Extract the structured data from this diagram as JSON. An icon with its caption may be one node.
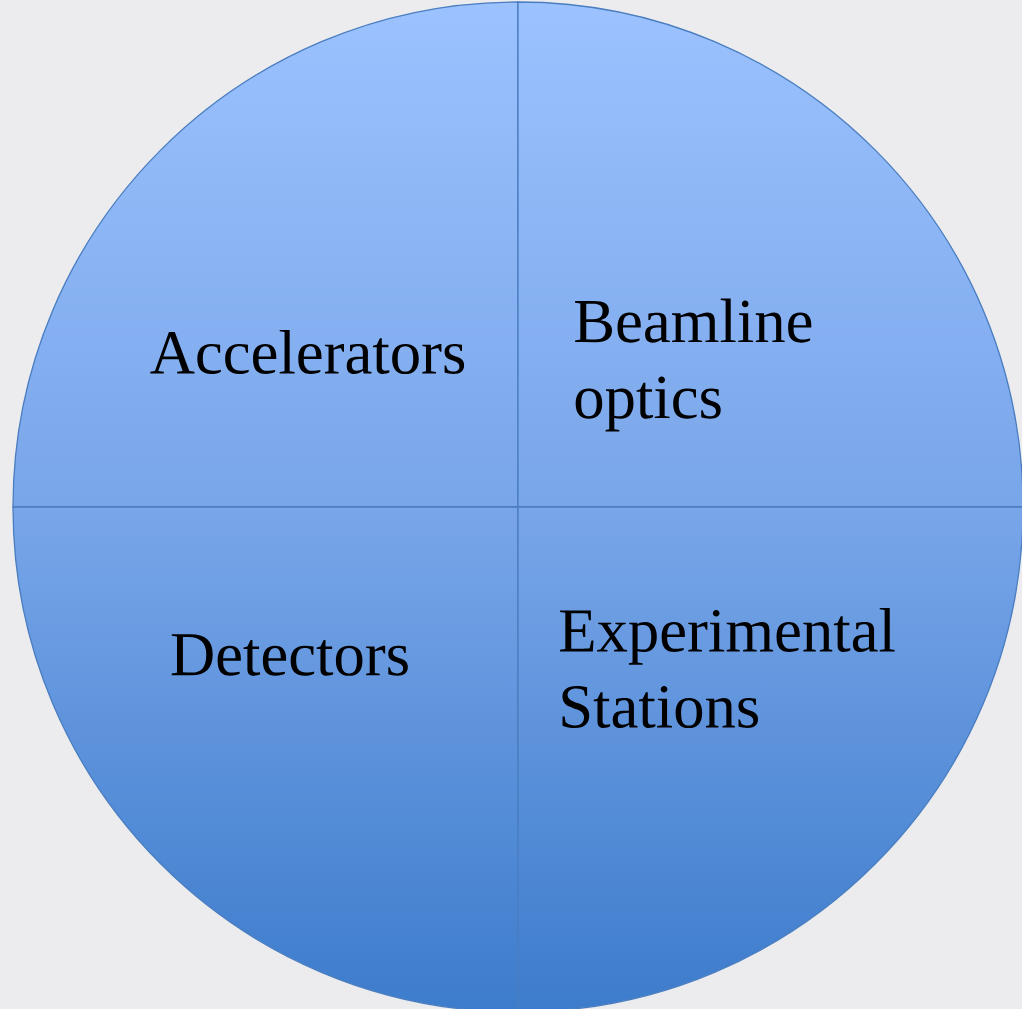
{
  "diagram": {
    "nodes": [
      {
        "text": [
          "Accelerators"
        ]
      },
      {
        "text": [
          "Beamline optics"
        ]
      },
      {
        "text": [
          "Detectors"
        ]
      },
      {
        "text": [
          "Experimental Stations"
        ]
      }
    ]
  }
}
